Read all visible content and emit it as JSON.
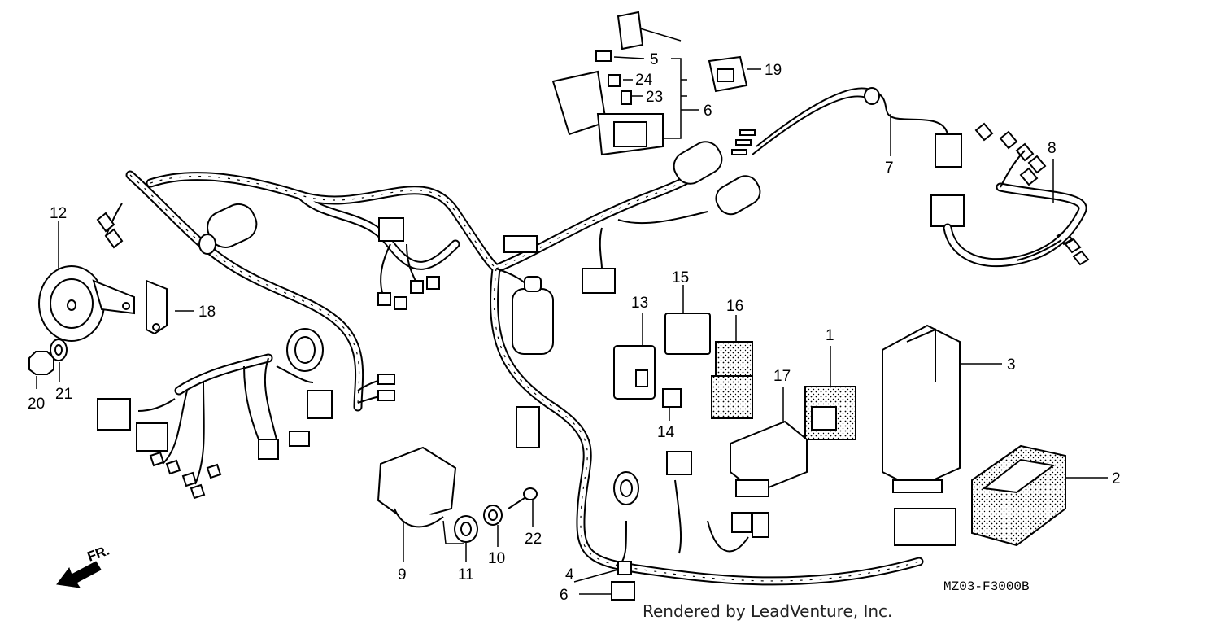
{
  "diagram": {
    "part_code": "MZ03-F3000B",
    "credit": "Rendered by LeadVenture, Inc.",
    "front_label": "FR.",
    "callouts": {
      "c1": "1",
      "c2": "2",
      "c3": "3",
      "c4": "4",
      "c5": "5",
      "c6a": "6",
      "c6b": "6",
      "c7": "7",
      "c8": "8",
      "c9": "9",
      "c10": "10",
      "c11": "11",
      "c12": "12",
      "c13": "13",
      "c14": "14",
      "c15": "15",
      "c16": "16",
      "c17": "17",
      "c18": "18",
      "c19": "19",
      "c20": "20",
      "c21": "21",
      "c22": "22",
      "c23": "23",
      "c24": "24"
    }
  }
}
